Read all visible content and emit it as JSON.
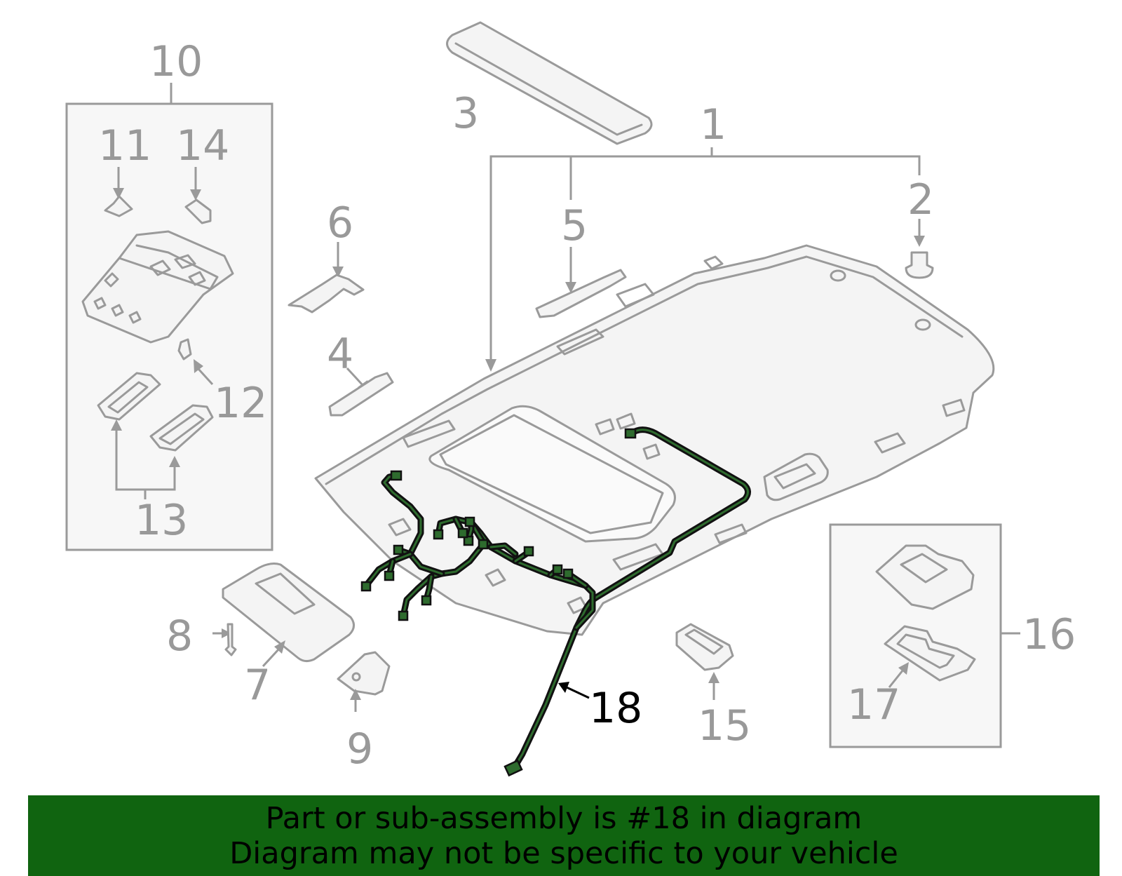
{
  "diagram": {
    "callouts": {
      "c1": "1",
      "c2": "2",
      "c3": "3",
      "c4": "4",
      "c5": "5",
      "c6": "6",
      "c7": "7",
      "c8": "8",
      "c9": "9",
      "c10": "10",
      "c11": "11",
      "c12": "12",
      "c13": "13",
      "c14": "14",
      "c15": "15",
      "c16": "16",
      "c17": "17",
      "c18": "18"
    },
    "highlighted_part": "18"
  },
  "banner": {
    "line1": "Part or sub-assembly is #18 in diagram",
    "line2": "Diagram may not be specific to your vehicle"
  },
  "colors": {
    "part_outline": "#9a9a9a",
    "highlight_label": "#000000",
    "harness": "#111111",
    "banner_bg": "#106410"
  }
}
